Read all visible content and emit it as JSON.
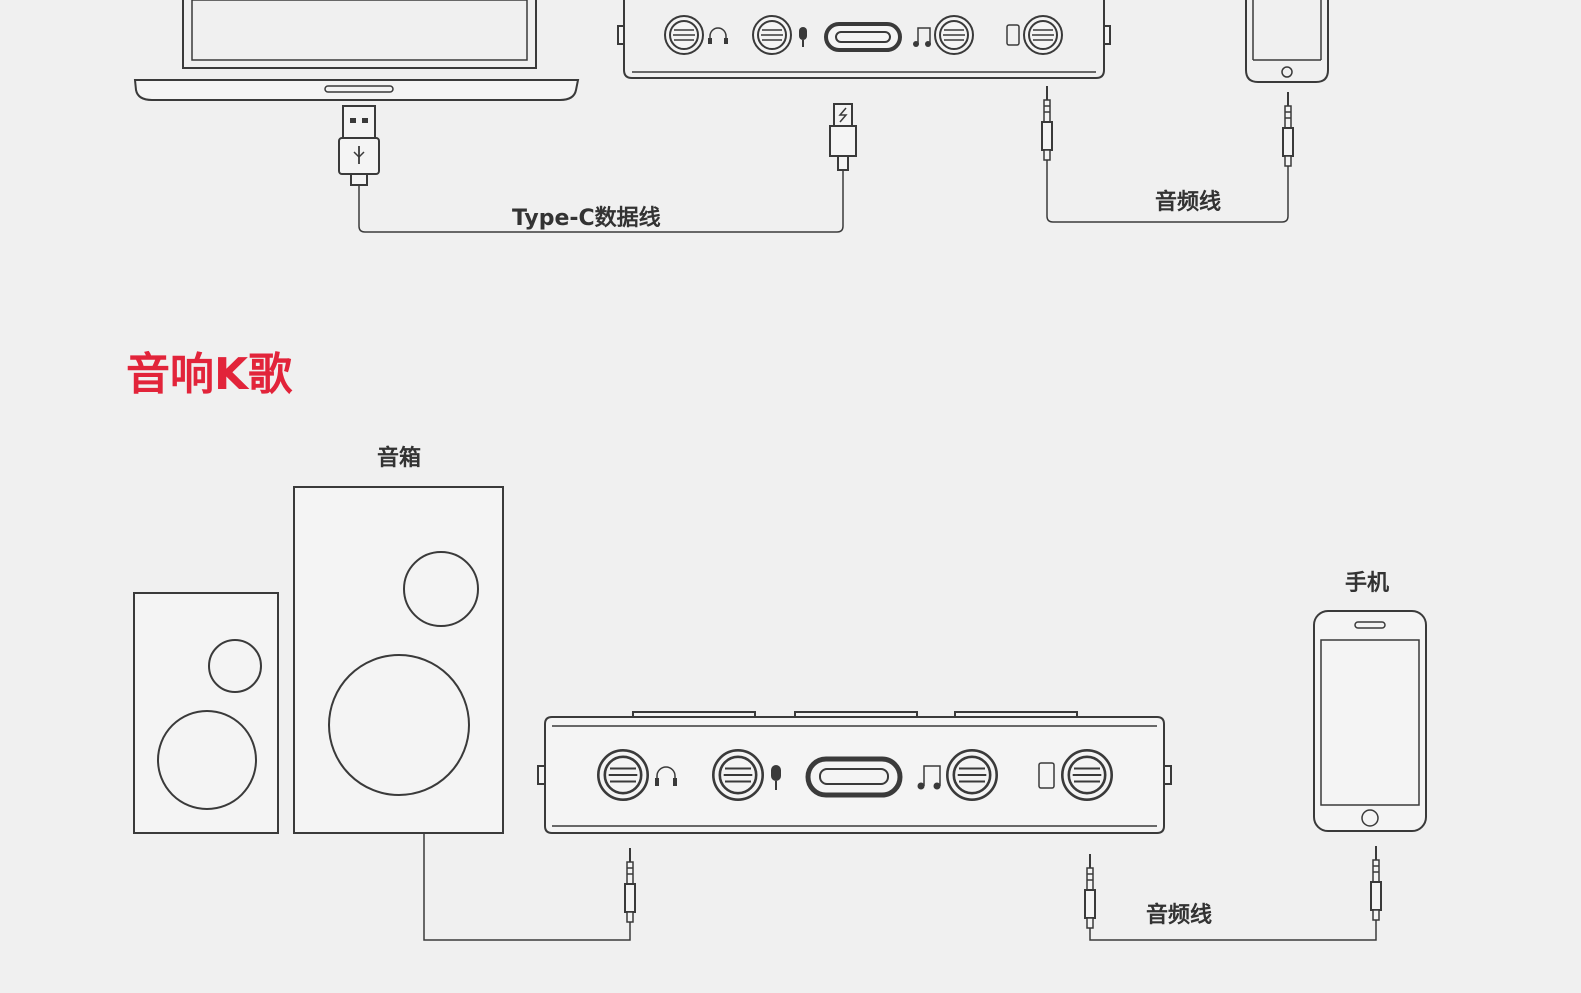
{
  "labels": {
    "typec_cable": "Type-C数据线",
    "audio_cable_top": "音频线",
    "section_title": "音响K歌",
    "speaker": "音箱",
    "phone": "手机",
    "audio_cable_bottom": "音频线"
  },
  "colors": {
    "accent": "#e2243a",
    "line": "#3a3a3a",
    "background": "#f0f0f0"
  }
}
